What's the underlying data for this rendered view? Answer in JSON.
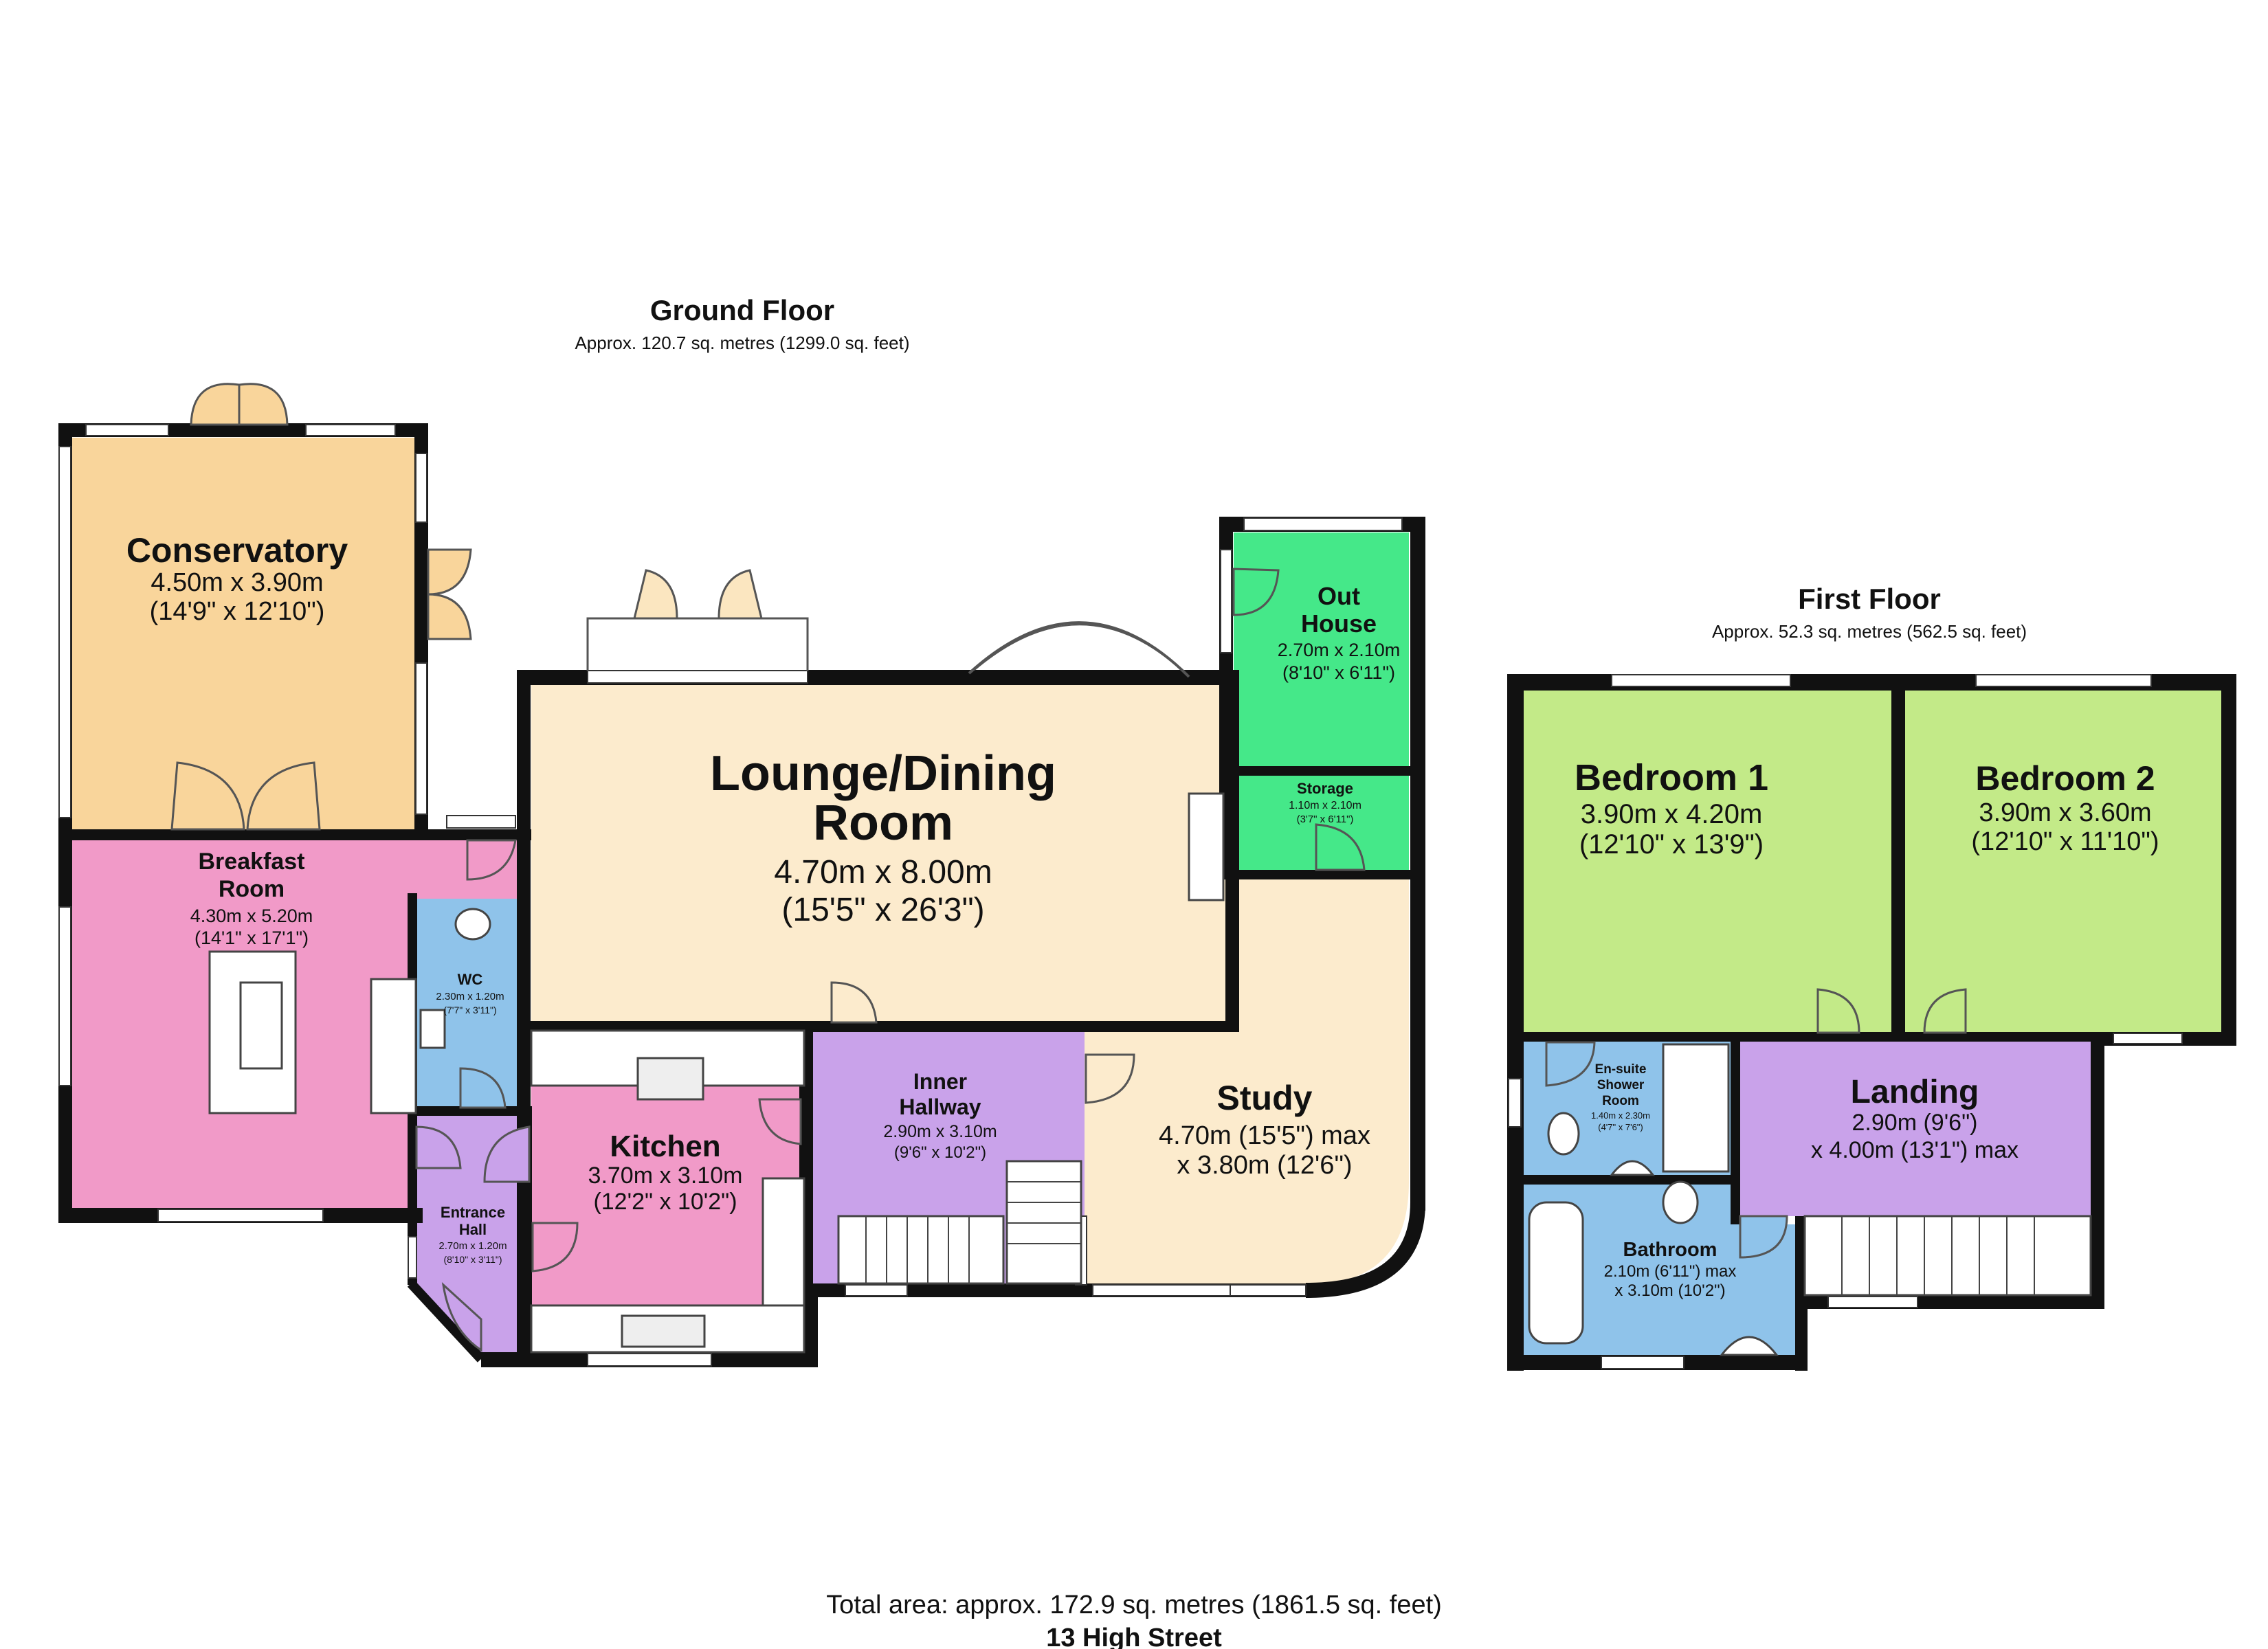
{
  "ground_floor": {
    "title": "Ground Floor",
    "area": "Approx. 120.7 sq. metres (1299.0 sq. feet)",
    "rooms": {
      "conservatory": {
        "name": "Conservatory",
        "size_m": "4.50m x 3.90m",
        "size_ft": "(14'9\" x 12'10\")",
        "color": "#f9d59b"
      },
      "breakfast": {
        "name_1": "Breakfast",
        "name_2": "Room",
        "size_m": "4.30m x 5.20m",
        "size_ft": "(14'1\" x 17'1\")",
        "color": "#f19ac8"
      },
      "wc": {
        "name": "WC",
        "size_m": "2.30m x 1.20m",
        "size_ft": "(7'7\" x 3'11\")",
        "color": "#8fc3ea"
      },
      "entrance": {
        "name_1": "Entrance",
        "name_2": "Hall",
        "size_m": "2.70m x 1.20m",
        "size_ft": "(8'10\" x 3'11\")",
        "color": "#c9a2ea"
      },
      "lounge": {
        "name_1": "Lounge/Dining",
        "name_2": "Room",
        "size_m": "4.70m x 8.00m",
        "size_ft": "(15'5\" x 26'3\")",
        "color": "#fcebcd"
      },
      "kitchen": {
        "name": "Kitchen",
        "size_m": "3.70m x 3.10m",
        "size_ft": "(12'2\" x 10'2\")",
        "color": "#f19ac8"
      },
      "inner_hallway": {
        "name_1": "Inner",
        "name_2": "Hallway",
        "size_m": "2.90m x 3.10m",
        "size_ft": "(9'6\" x 10'2\")",
        "color": "#c9a2ea"
      },
      "study": {
        "name": "Study",
        "size_1": "4.70m (15'5\") max",
        "size_2": "x 3.80m (12'6\")",
        "color": "#fcebcd"
      },
      "outhouse": {
        "name_1": "Out",
        "name_2": "House",
        "size_m": "2.70m x 2.10m",
        "size_ft": "(8'10\" x 6'11\")",
        "color": "#45e889"
      },
      "storage": {
        "name": "Storage",
        "size_m": "1.10m x 2.10m",
        "size_ft": "(3'7\" x 6'11\")",
        "color": "#45e889"
      }
    }
  },
  "first_floor": {
    "title": "First Floor",
    "area": "Approx. 52.3 sq. metres (562.5 sq. feet)",
    "rooms": {
      "bedroom1": {
        "name": "Bedroom 1",
        "size_m": "3.90m x 4.20m",
        "size_ft": "(12'10\" x 13'9\")",
        "color": "#c3ea88"
      },
      "bedroom2": {
        "name": "Bedroom 2",
        "size_m": "3.90m x 3.60m",
        "size_ft": "(12'10\" x 11'10\")",
        "color": "#c3ea88"
      },
      "ensuite": {
        "name_1": "En-suite",
        "name_2": "Shower",
        "name_3": "Room",
        "size_m": "1.40m x 2.30m",
        "size_ft": "(4'7\" x 7'6\")",
        "color": "#8fc3ea"
      },
      "landing": {
        "name": "Landing",
        "size_1": "2.90m (9'6\")",
        "size_2": "x 4.00m (13'1\") max",
        "color": "#c9a2ea"
      },
      "bathroom": {
        "name": "Bathroom",
        "size_1": "2.10m (6'11\") max",
        "size_2": "x 3.10m (10'2\")",
        "color": "#8fc3ea"
      }
    }
  },
  "footer": {
    "total_area": "Total area: approx. 172.9 sq. metres (1861.5 sq. feet)",
    "address": "13 High Street"
  },
  "colors": {
    "wall": "#111111",
    "window": "#ffffff",
    "fixture": "#ffffff"
  }
}
